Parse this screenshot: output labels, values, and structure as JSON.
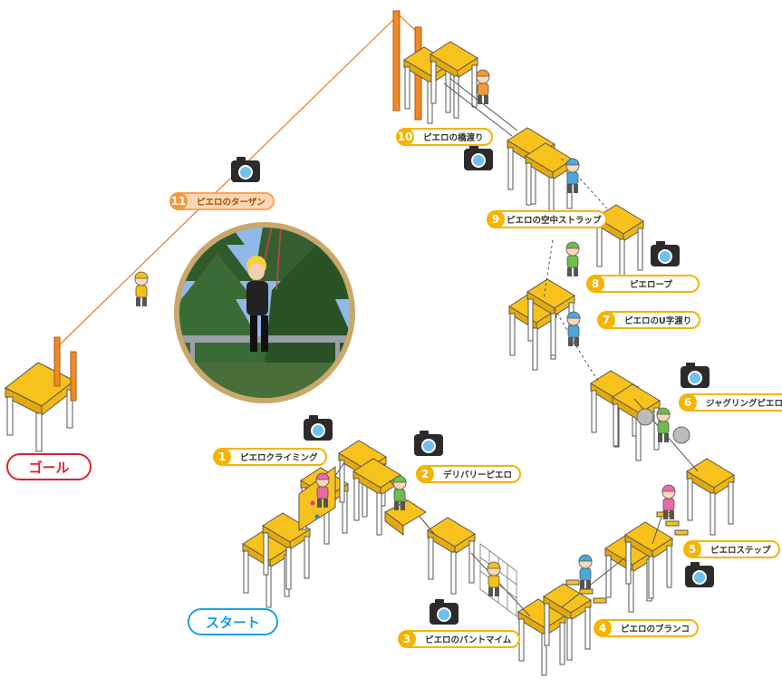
{
  "stations": [
    {
      "num": "1",
      "name": "ピエロクライミング"
    },
    {
      "num": "2",
      "name": "デリバリーピエロ"
    },
    {
      "num": "3",
      "name": "ピエロのパントマイム"
    },
    {
      "num": "4",
      "name": "ピエロのブランコ"
    },
    {
      "num": "5",
      "name": "ピエロステップ"
    },
    {
      "num": "6",
      "name": "ジャグリングピエロ"
    },
    {
      "num": "7",
      "name": "ピエロのU字渡り"
    },
    {
      "num": "8",
      "name": "ピエロープ"
    },
    {
      "num": "9",
      "name": "ピエロの空中ストラップ"
    },
    {
      "num": "10",
      "name": "ピエロの橋渡り"
    },
    {
      "num": "11",
      "name": "ピエロのターザン"
    }
  ],
  "goal_label": "ゴール",
  "start_label": "スタート",
  "colors": {
    "platform_top": "#f8c21c",
    "platform_side": "#e4a90b",
    "leg": "#ffffff",
    "zipline_post": "#f08a24",
    "goal": "#e0202e",
    "start": "#1aa0dc",
    "label_border": "#f4b400"
  },
  "icons": [
    "camera-icon",
    "child-figure-icon",
    "photo-circle"
  ]
}
